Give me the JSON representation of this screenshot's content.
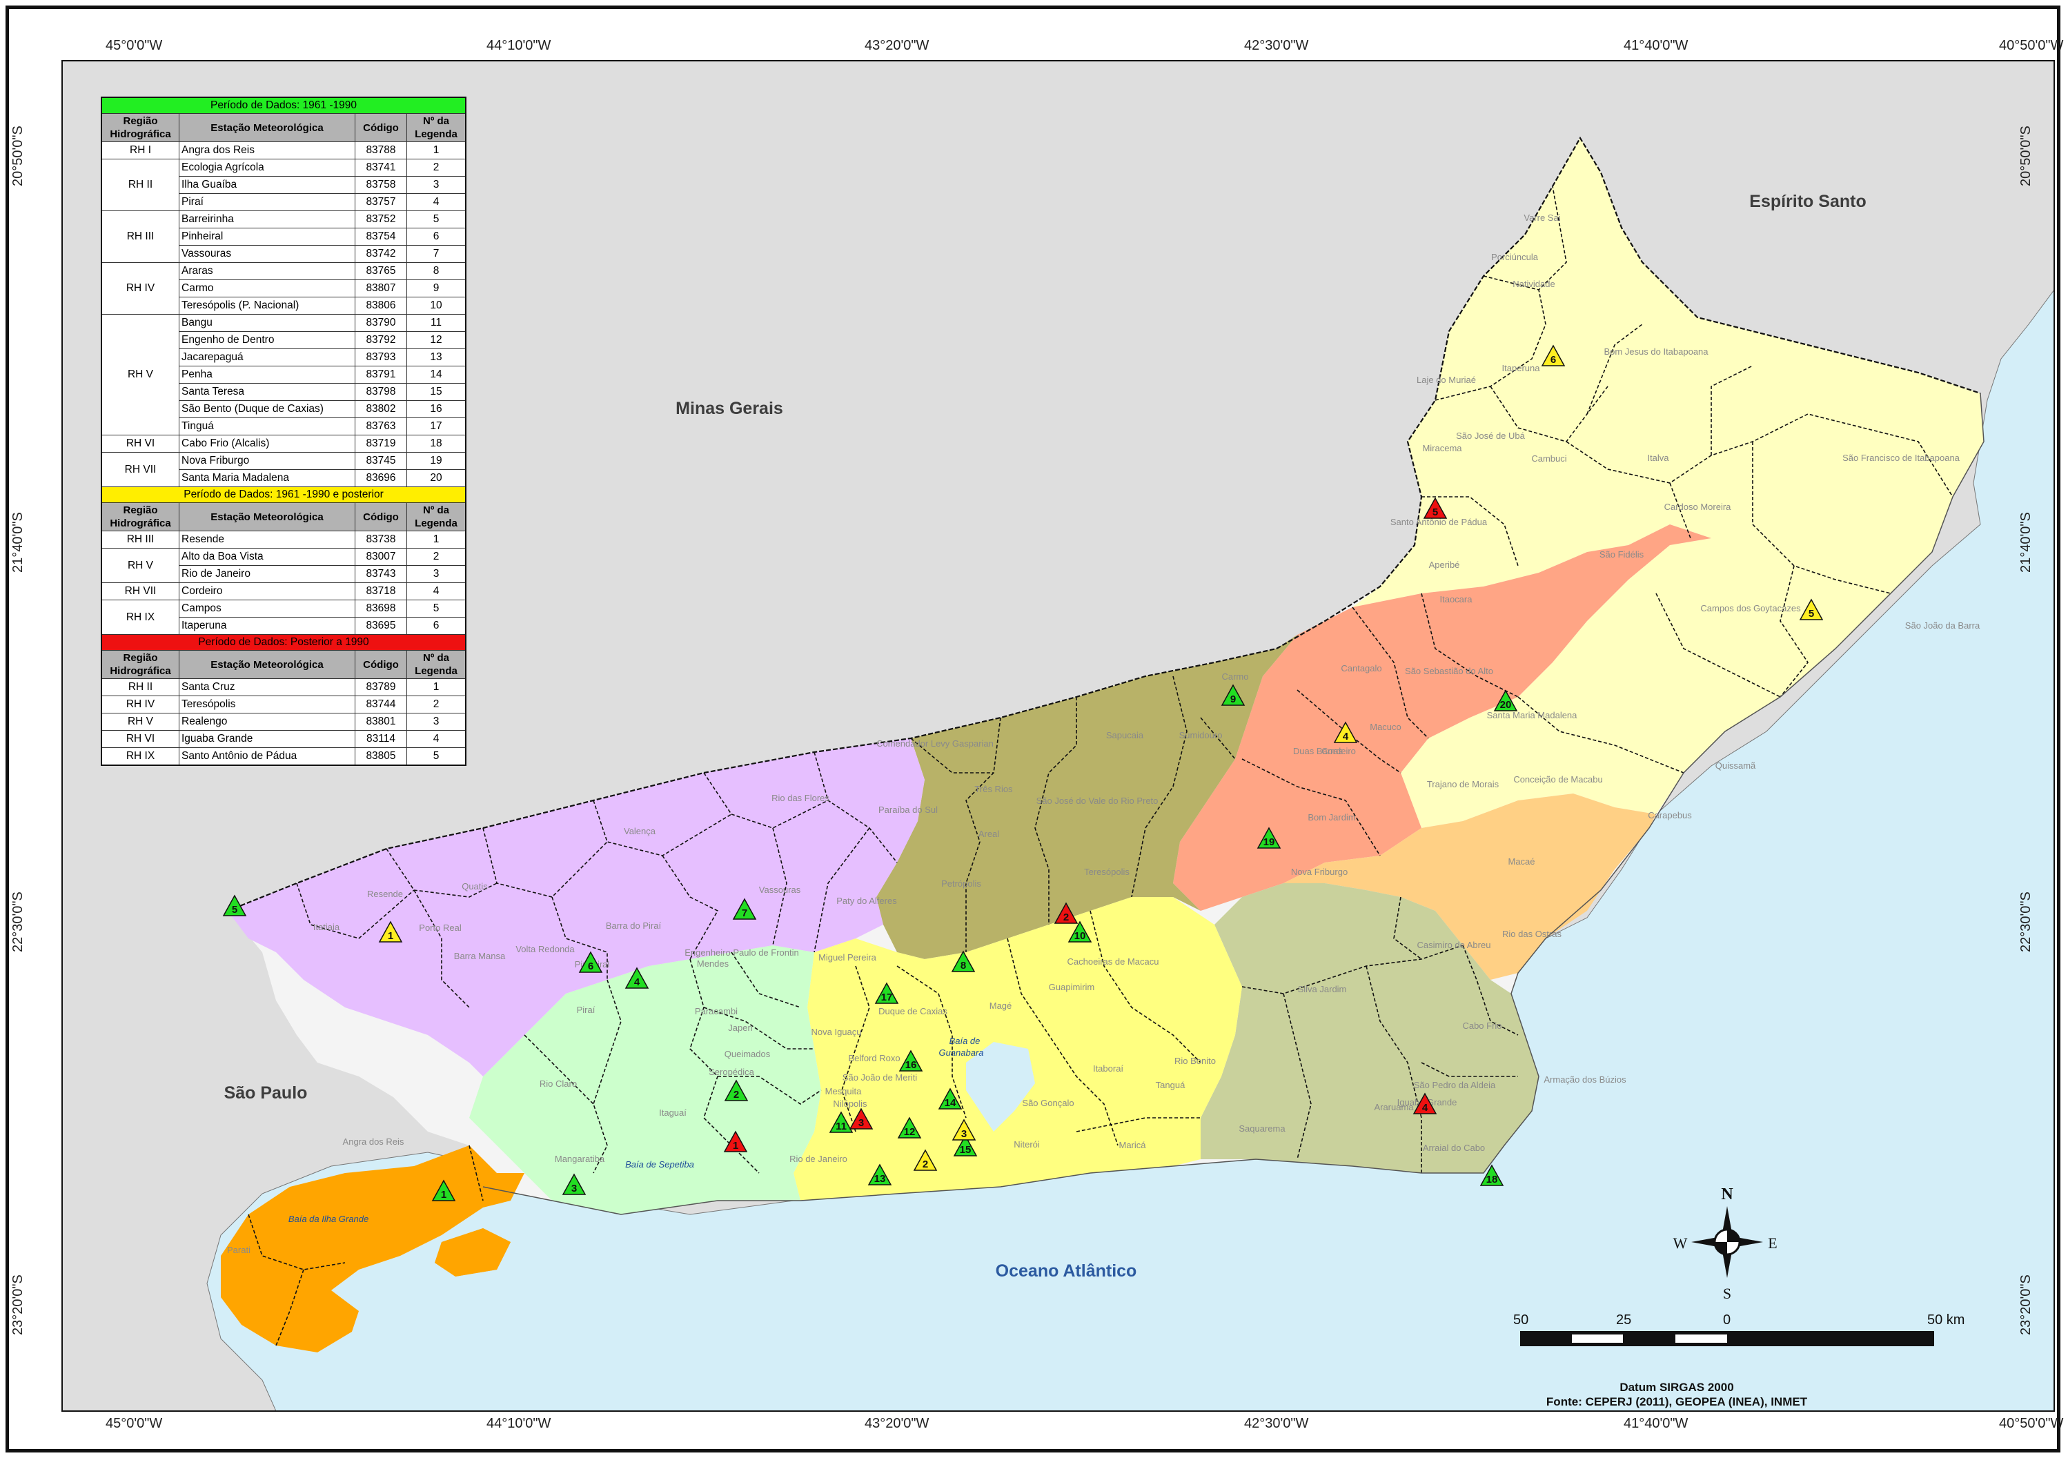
{
  "colors": {
    "ocean": "#d4eef8",
    "outside": "#dedede",
    "rh1": "#ffa500",
    "rh2": "#ccffcc",
    "rh3": "#e6bfff",
    "rh4": "#b8b268",
    "rh5": "#ffff80",
    "rh6": "#c9d19c",
    "rh7": "#ffa585",
    "rh8": "#ffd085",
    "rh9": "#ffffc0",
    "marker_green": "#22dd22",
    "marker_yellow": "#ffee22",
    "marker_red": "#ee1111",
    "header_green": "#22ee22",
    "header_yellow": "#ffee00",
    "header_red": "#ee1111"
  },
  "axis_ticks": {
    "lon_labels": [
      "45°0'0\"W",
      "44°10'0\"W",
      "43°20'0\"W",
      "42°30'0\"W",
      "41°40'0\"W",
      "40°50'0\"W"
    ],
    "lat_labels": [
      "20°50'0\"S",
      "21°40'0\"S",
      "22°30'0\"S",
      "23°20'0\"S"
    ]
  },
  "table": {
    "headers": {
      "region": "Região Hidrográfica",
      "station": "Estação Meteorológica",
      "code": "Código",
      "legend": "Nº da Legenda"
    },
    "sections": [
      {
        "title": "Período de Dados: 1961 -1990",
        "color": "green",
        "groups": [
          {
            "region": "RH I",
            "rows": [
              [
                "Angra dos Reis",
                "83788",
                "1"
              ]
            ]
          },
          {
            "region": "RH II",
            "rows": [
              [
                "Ecologia Agrícola",
                "83741",
                "2"
              ],
              [
                "Ilha Guaíba",
                "83758",
                "3"
              ],
              [
                "Piraí",
                "83757",
                "4"
              ]
            ]
          },
          {
            "region": "RH III",
            "rows": [
              [
                "Barreirinha",
                "83752",
                "5"
              ],
              [
                "Pinheiral",
                "83754",
                "6"
              ],
              [
                "Vassouras",
                "83742",
                "7"
              ]
            ]
          },
          {
            "region": "RH IV",
            "rows": [
              [
                "Araras",
                "83765",
                "8"
              ],
              [
                "Carmo",
                "83807",
                "9"
              ],
              [
                "Teresópolis (P. Nacional)",
                "83806",
                "10"
              ]
            ]
          },
          {
            "region": "RH V",
            "rows": [
              [
                "Bangu",
                "83790",
                "11"
              ],
              [
                "Engenho de Dentro",
                "83792",
                "12"
              ],
              [
                "Jacarepaguá",
                "83793",
                "13"
              ],
              [
                "Penha",
                "83791",
                "14"
              ],
              [
                "Santa Teresa",
                "83798",
                "15"
              ],
              [
                "São Bento (Duque de Caxias)",
                "83802",
                "16"
              ],
              [
                "Tinguá",
                "83763",
                "17"
              ]
            ]
          },
          {
            "region": "RH VI",
            "rows": [
              [
                "Cabo Frio (Alcalis)",
                "83719",
                "18"
              ]
            ]
          },
          {
            "region": "RH VII",
            "rows": [
              [
                "Nova Friburgo",
                "83745",
                "19"
              ],
              [
                "Santa Maria Madalena",
                "83696",
                "20"
              ]
            ]
          }
        ]
      },
      {
        "title": "Período de Dados: 1961 -1990 e posterior",
        "color": "yellow",
        "groups": [
          {
            "region": "RH III",
            "rows": [
              [
                "Resende",
                "83738",
                "1"
              ]
            ]
          },
          {
            "region": "RH V",
            "rows": [
              [
                "Alto da Boa Vista",
                "83007",
                "2"
              ],
              [
                "Rio de Janeiro",
                "83743",
                "3"
              ]
            ]
          },
          {
            "region": "RH VII",
            "rows": [
              [
                "Cordeiro",
                "83718",
                "4"
              ]
            ]
          },
          {
            "region": "RH IX",
            "rows": [
              [
                "Campos",
                "83698",
                "5"
              ],
              [
                "Itaperuna",
                "83695",
                "6"
              ]
            ]
          }
        ]
      },
      {
        "title": "Período de Dados: Posterior a 1990",
        "color": "red",
        "groups": [
          {
            "region": "RH II",
            "rows": [
              [
                "Santa Cruz",
                "83789",
                "1"
              ]
            ]
          },
          {
            "region": "RH IV",
            "rows": [
              [
                "Teresópolis",
                "83744",
                "2"
              ]
            ]
          },
          {
            "region": "RH V",
            "rows": [
              [
                "Realengo",
                "83801",
                "3"
              ]
            ]
          },
          {
            "region": "RH VI",
            "rows": [
              [
                "Iguaba Grande",
                "83114",
                "4"
              ]
            ]
          },
          {
            "region": "RH IX",
            "rows": [
              [
                "Santo Antônio de Pádua",
                "83805",
                "5"
              ]
            ]
          }
        ]
      }
    ]
  },
  "labels": {
    "states": {
      "minas": "Minas Gerais",
      "espirito": "Espírito Santo",
      "saopaulo": "São Paulo"
    },
    "ocean": "Oceano Atlântico",
    "bays": {
      "ilha_grande": "Baía da Ilha Grande",
      "sepetiba": "Baía de Sepetiba",
      "guanabara_1": "Baía de",
      "guanabara_2": "Guanabara"
    },
    "municipalities": [
      "Varre Sai",
      "Porciúncula",
      "Natividade",
      "Itaperuna",
      "Bom Jesus do Itabapoana",
      "Laje do Muriaé",
      "São José de Ubá",
      "Miracema",
      "Italva",
      "Cambuci",
      "São Francisco de Itabapoana",
      "Cardoso Moreira",
      "Santo Antônio de Pádua",
      "Aperibé",
      "São Fidélis",
      "Itaocara",
      "Campos dos Goytacazes",
      "São João da Barra",
      "Cantagalo",
      "São Sebastião do Alto",
      "Carmo",
      "Santa Maria Madalena",
      "Macuco",
      "Cordeiro",
      "Duas Barras",
      "Sumidouro",
      "Sapucaia",
      "Trajano de Morais",
      "Conceição de Macabu",
      "Quissamã",
      "Carapebus",
      "Bom Jardim",
      "Nova Friburgo",
      "Macaé",
      "Comendador Levy Gasparian",
      "Três Rios",
      "São José do Vale do Rio Preto",
      "Areal",
      "Teresópolis",
      "Petrópolis",
      "Rio das Flores",
      "Paraíba do Sul",
      "Valença",
      "Vassouras",
      "Paty do Alferes",
      "Resende",
      "Quatis",
      "Porto Real",
      "Itatiaia",
      "Barra do Piraí",
      "Barra Mansa",
      "Volta Redonda",
      "Pinheiral",
      "Piraí",
      "Engenheiro Paulo de Frontin",
      "Mendes",
      "Miguel Pereira",
      "Paracambi",
      "Japeri",
      "Queimados",
      "Nova Iguaçu",
      "Belford Roxo",
      "São João de Meriti",
      "Mesquita",
      "Nilópolis",
      "Seropédica",
      "Itaguaí",
      "Duque de Caxias",
      "Magé",
      "Guapimirim",
      "Cachoeiras de Macacu",
      "Rio das Ostras",
      "Casimiro de Abreu",
      "Silva Jardim",
      "Rio Bonito",
      "Tanguá",
      "Itaboraí",
      "São Gonçalo",
      "Niterói",
      "Maricá",
      "Araruama",
      "Cabo Frio",
      "Armação dos Búzios",
      "São Pedro da Aldeia",
      "Iguaba Grande",
      "Saquarema",
      "Arraial do Cabo",
      "Rio Claro",
      "Mangaratiba",
      "Rio de Janeiro",
      "Angra dos Reis",
      "Parati"
    ]
  },
  "markers": [
    {
      "c": "g",
      "n": "1"
    },
    {
      "c": "g",
      "n": "2"
    },
    {
      "c": "g",
      "n": "3"
    },
    {
      "c": "g",
      "n": "4"
    },
    {
      "c": "g",
      "n": "5"
    },
    {
      "c": "g",
      "n": "6"
    },
    {
      "c": "g",
      "n": "7"
    },
    {
      "c": "g",
      "n": "8"
    },
    {
      "c": "g",
      "n": "9"
    },
    {
      "c": "g",
      "n": "10"
    },
    {
      "c": "g",
      "n": "11"
    },
    {
      "c": "g",
      "n": "12"
    },
    {
      "c": "g",
      "n": "13"
    },
    {
      "c": "g",
      "n": "14"
    },
    {
      "c": "g",
      "n": "15"
    },
    {
      "c": "g",
      "n": "16"
    },
    {
      "c": "g",
      "n": "17"
    },
    {
      "c": "g",
      "n": "18"
    },
    {
      "c": "g",
      "n": "19"
    },
    {
      "c": "g",
      "n": "20"
    },
    {
      "c": "y",
      "n": "1"
    },
    {
      "c": "y",
      "n": "2"
    },
    {
      "c": "y",
      "n": "3"
    },
    {
      "c": "y",
      "n": "4"
    },
    {
      "c": "y",
      "n": "5"
    },
    {
      "c": "y",
      "n": "6"
    },
    {
      "c": "r",
      "n": "1"
    },
    {
      "c": "r",
      "n": "2"
    },
    {
      "c": "r",
      "n": "3"
    },
    {
      "c": "r",
      "n": "4"
    },
    {
      "c": "r",
      "n": "5"
    }
  ],
  "compass": {
    "n": "N",
    "s": "S",
    "e": "E",
    "w": "W"
  },
  "scale": {
    "labels": [
      "50",
      "25",
      "0",
      "50 km"
    ]
  },
  "footer": {
    "datum": "Datum SIRGAS 2000",
    "source": "Fonte: CEPERJ (2011), GEOPEA (INEA), INMET"
  }
}
